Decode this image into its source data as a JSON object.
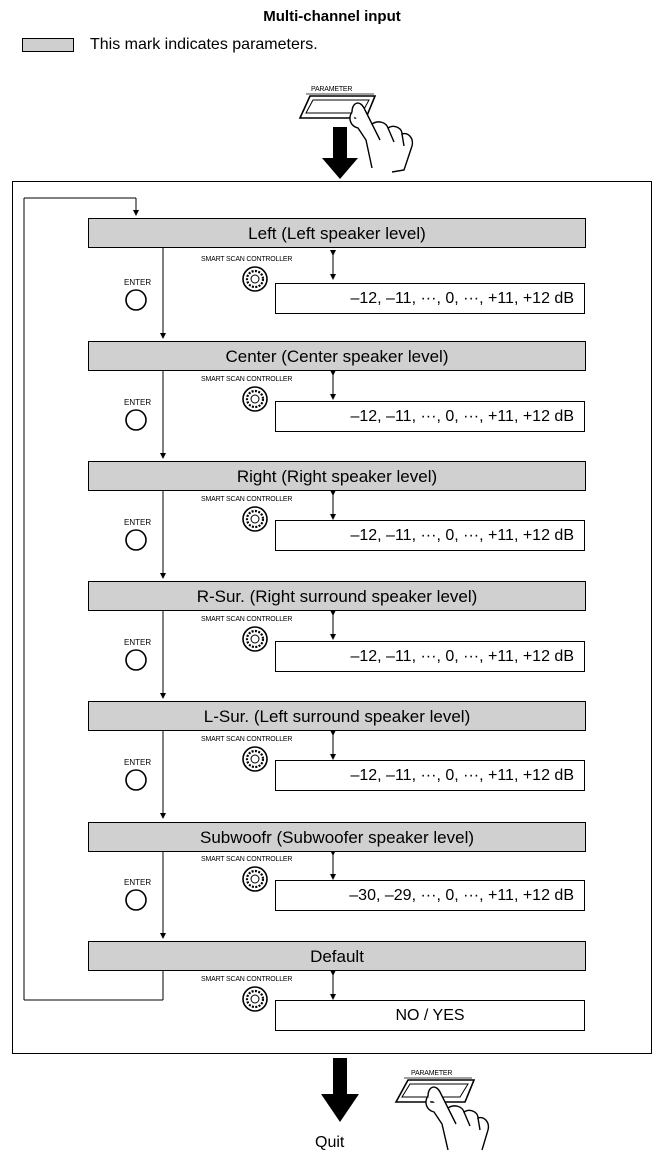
{
  "header": {
    "title": "Multi-channel input",
    "legend_text": "This mark indicates parameters."
  },
  "labels": {
    "parameter_button": "PARAMETER",
    "enter_button": "ENTER",
    "controller": "SMART SCAN CONTROLLER",
    "quit": "Quit"
  },
  "parameters": [
    {
      "label": "Left (Left speaker level)",
      "value": "–12, –11, ···, 0, ···, +11, +12 dB"
    },
    {
      "label": "Center (Center speaker level)",
      "value": "–12, –11, ···, 0, ···, +11, +12 dB"
    },
    {
      "label": "Right (Right speaker level)",
      "value": "–12, –11, ···, 0, ···, +11, +12 dB"
    },
    {
      "label": "R-Sur. (Right surround speaker level)",
      "value": "–12, –11, ···, 0, ···, +11, +12 dB"
    },
    {
      "label": "L-Sur. (Left surround speaker level)",
      "value": "–12, –11, ···, 0, ···, +11, +12 dB"
    },
    {
      "label": "Subwoofr (Subwoofer speaker level)",
      "value": "–30, –29, ···, 0, ···, +11, +12 dB"
    },
    {
      "label": "Default",
      "value": "NO / YES"
    }
  ]
}
